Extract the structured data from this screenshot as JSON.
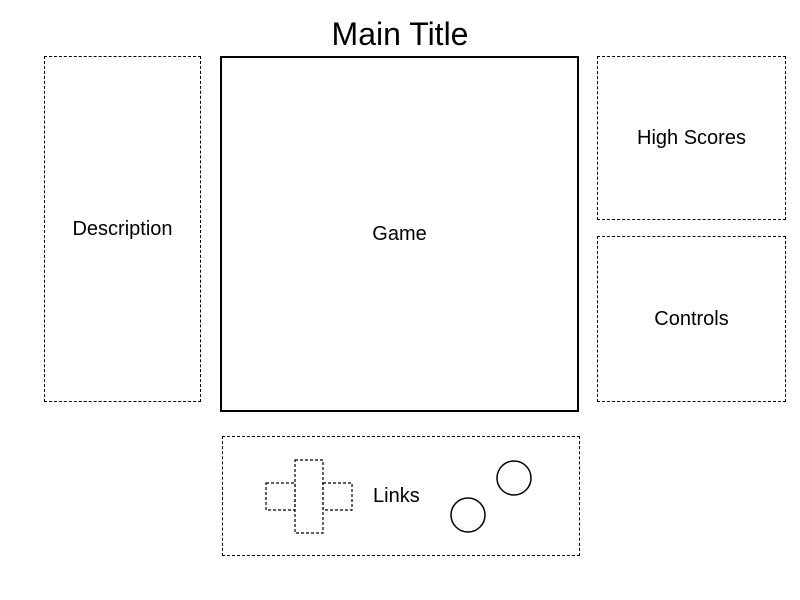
{
  "title": "Main Title",
  "panels": {
    "description": "Description",
    "game": "Game",
    "high_scores": "High Scores",
    "controls": "Controls",
    "links": "Links"
  },
  "icons": {
    "dpad": "dpad-icon",
    "action_buttons": "action-buttons-icon"
  },
  "colors": {
    "line": "#000000",
    "background": "#ffffff"
  }
}
